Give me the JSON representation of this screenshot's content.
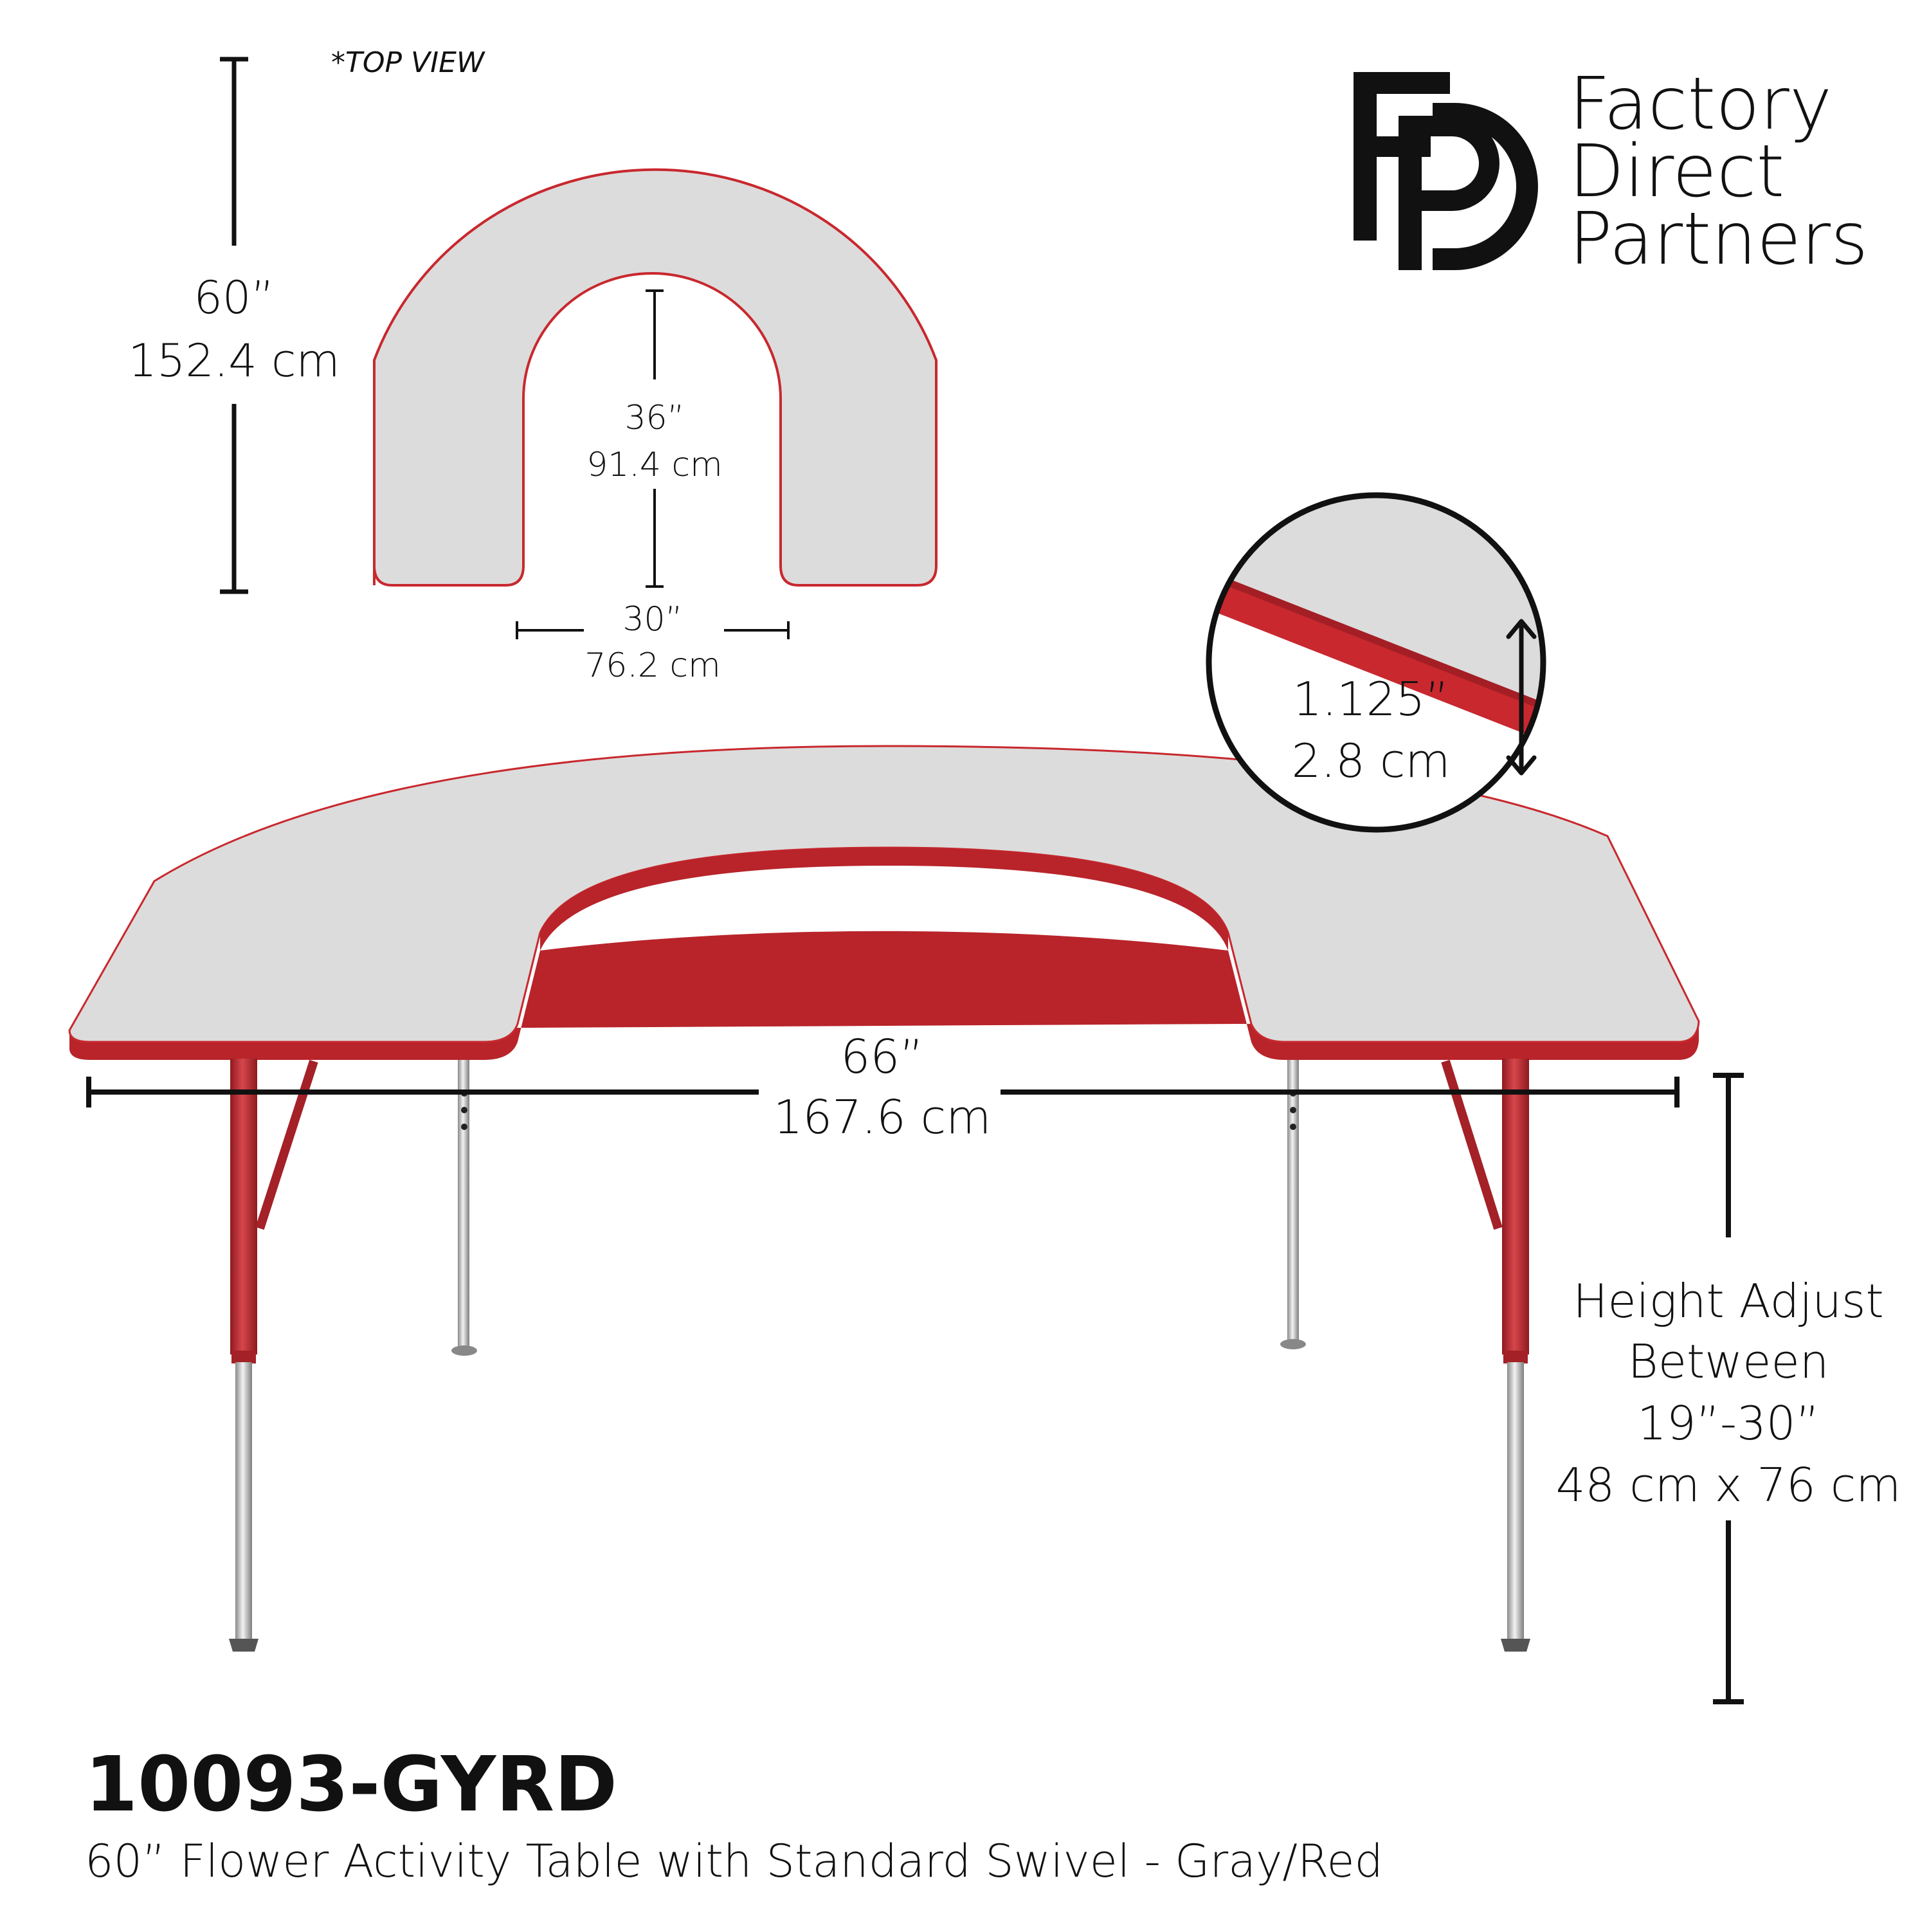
{
  "colors": {
    "top_gray": "#dcdcdc",
    "edge_red": "#c8282e",
    "edge_red_dark": "#9c1c22",
    "chrome": "#c9c9c9",
    "ink": "#111111"
  },
  "top_view": {
    "label": "*TOP VIEW",
    "overall_depth_in": "60”",
    "overall_depth_cm": "152.4 cm",
    "inner_depth_in": "36”",
    "inner_depth_cm": "91.4 cm",
    "inner_width_in": "30”",
    "inner_width_cm": "76.2 cm"
  },
  "edge_detail": {
    "thickness_in": "1.125”",
    "thickness_cm": "2.8 cm"
  },
  "table": {
    "width_in": "66”",
    "width_cm": "167.6 cm",
    "height_line1": "Height Adjust",
    "height_line2": "Between",
    "height_line3": "19”-30”",
    "height_line4": "48 cm x 76 cm"
  },
  "brand": {
    "line1": "Factory",
    "line2": "Direct",
    "line3": "Partners",
    "logo_icon": "fdp-monogram-icon"
  },
  "product": {
    "sku": "10093-GYRD",
    "description": "60” Flower Activity Table with Standard Swivel - Gray/Red"
  }
}
